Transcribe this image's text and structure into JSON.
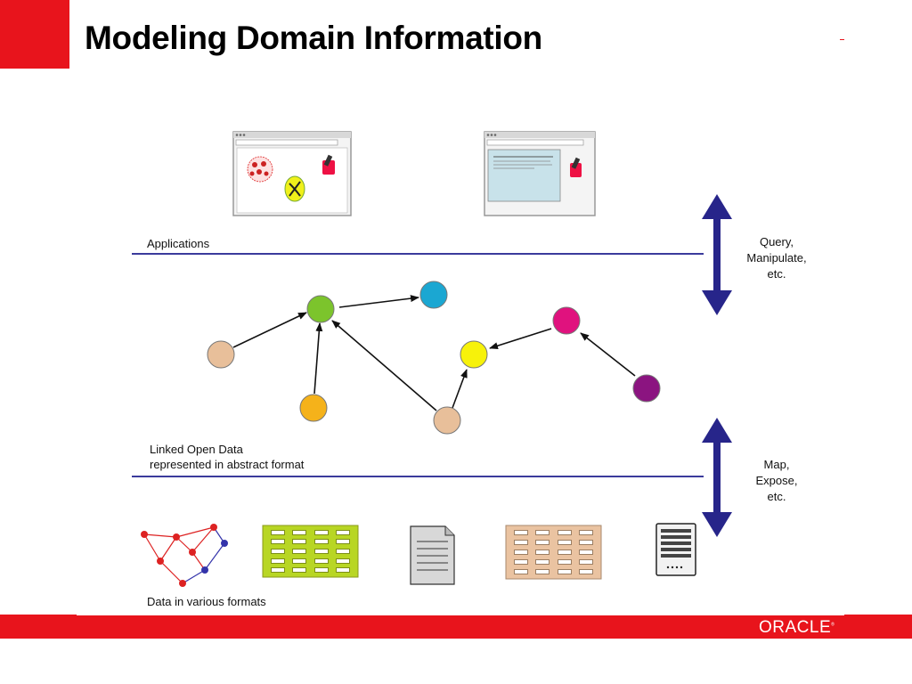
{
  "slide": {
    "title": "Modeling Domain Information",
    "brand": "ORACLE"
  },
  "diagram": {
    "applications_label": "Applications",
    "linked_label_1": "Linked Open Data",
    "linked_label_2": "represented in abstract format",
    "formats_label": "Data in various formats",
    "query_label_1": "Query,",
    "query_label_2": "Manipulate,",
    "query_label_3": "etc.",
    "map_label_1": "Map,",
    "map_label_2": "Expose,",
    "map_label_3": "etc.",
    "colors": {
      "line_blue": "#3b3b9c",
      "arrow_navy": "#27258a",
      "node_tan": "#e8bf9a",
      "node_green": "#7cc42c",
      "node_cyan": "#1ba7d2",
      "node_orange": "#f5b21a",
      "node_yellow": "#f7f20a",
      "node_magenta": "#e0127e",
      "node_purple": "#8b1480",
      "table_green": "#b8d624",
      "table_tan": "#eac3a1"
    }
  }
}
